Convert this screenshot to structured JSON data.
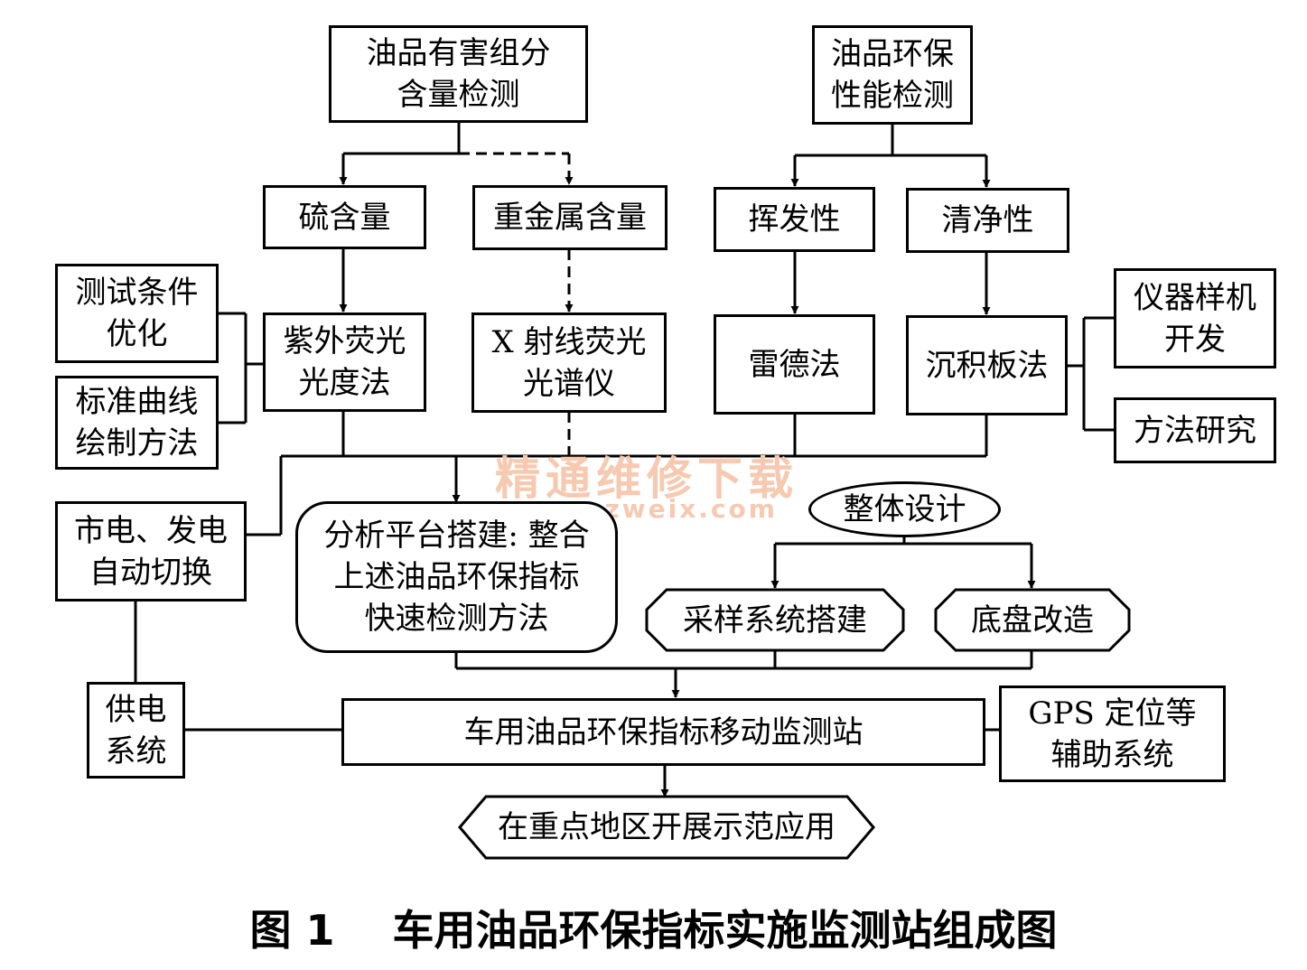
{
  "nodes": {
    "harmful_detect": "油品有害组分\n含量检测",
    "env_perf_detect": "油品环保\n性能检测",
    "sulfur": "硫含量",
    "heavy_metal": "重金属含量",
    "volatility": "挥发性",
    "cleanliness": "清净性",
    "test_cond": "测试条件\n优化",
    "std_curve": "标准曲线\n绘制方法",
    "uv_fluor": "紫外荧光\n光度法",
    "xray": "X 射线荧光\n光谱仪",
    "reid": "雷德法",
    "deposit": "沉积板法",
    "prototype": "仪器样机\n开发",
    "method_research": "方法研究",
    "power_switch": "市电、发电\n自动切换",
    "platform": "分析平台搭建: 整合\n上述油品环保指标\n快速检测方法",
    "overall_design": "整体设计",
    "sampling": "采样系统搭建",
    "chassis": "底盘改造",
    "power_supply": "供电\n系统",
    "station": "车用油品环保指标移动监测站",
    "gps": "GPS 定位等\n辅助系统",
    "demo": "在重点地区开展示范应用"
  },
  "caption": "图 1    车用油品环保指标实施监测站组成图",
  "watermark": {
    "line1": "精通维修下载",
    "line2": "www.gzweix.com"
  }
}
